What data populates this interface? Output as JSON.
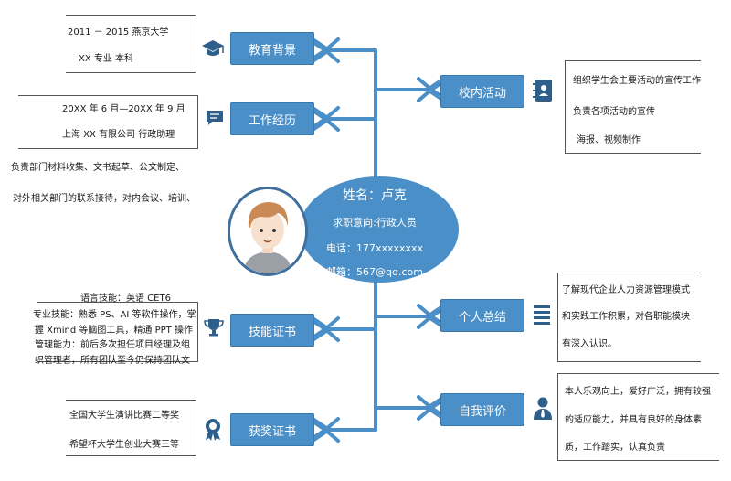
{
  "profile": {
    "name": "姓名：卢克",
    "intent": "求职意向:行政人员",
    "phone": "电话：177xxxxxxxx",
    "email": "邮箱：567@qq.com"
  },
  "branches": {
    "education": {
      "label": "教育背景",
      "items": [
        "2011  －  2015   燕京大学",
        "XX 专业           本科"
      ]
    },
    "work": {
      "label": "工作经历",
      "items": [
        "20XX 年 6 月—20XX 年  9 月",
        "上海 XX 有限公司      行政助理",
        "负责部门材料收集、文书起草、公文制定、",
        "对外相关部门的联系接待，对内会议、培训、"
      ]
    },
    "skills": {
      "label": "技能证书",
      "items": [
        "语言技能：英语 CET6",
        "专业技能：熟悉 PS、AI 等软件操作，掌",
        "握 Xmind 等脑图工具，精通 PPT 操作",
        "管理能力：前后多次担任项目经理及组",
        "织管理者，所有团队至今仍保持团队文"
      ]
    },
    "awards": {
      "label": "获奖证书",
      "items": [
        "全国大学生演讲比赛二等奖",
        "希望杯大学生创业大赛三等"
      ]
    },
    "campus": {
      "label": "校内活动",
      "items": [
        "组织学生会主要活动的宣传工作",
        "负责各项活动的宣传",
        "海报、视频制作"
      ]
    },
    "summary": {
      "label": "个人总结",
      "items": [
        "了解现代企业人力资源管理模式",
        "和实践工作积累，对各职能模块",
        "有深入认识。"
      ]
    },
    "self": {
      "label": "自我评价",
      "items": [
        "本人乐观向上，爱好广泛，拥有较强",
        "的适应能力，并具有良好的身体素",
        "质，工作踏实，认真负责"
      ]
    }
  },
  "icons": {
    "education": "graduation-cap-icon",
    "work": "chat-bubble-icon",
    "skills": "trophy-icon",
    "awards": "award-ribbon-icon",
    "campus": "contact-book-icon",
    "summary": "list-icon",
    "self": "user-tie-icon"
  },
  "colors": {
    "accent": "#4a8fc7",
    "line": "#4a8fc7",
    "icon": "#2e5f8a"
  }
}
